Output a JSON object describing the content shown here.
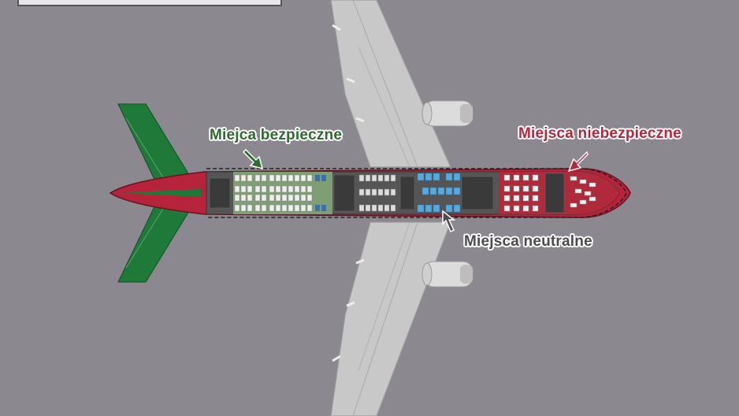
{
  "labels": {
    "safe": "Miejca bezpieczne",
    "unsafe": "Miejsca niebezpieczne",
    "neutral": "Miejsca neutralne"
  },
  "colors": {
    "background": "#8b8890",
    "safe": "#2d6b2f",
    "unsafe": "#b8253a",
    "neutral": "#4b4b4b",
    "fuselage": "#b5243a",
    "tail": "#1f7a3a",
    "wing": "#c9c9c9",
    "seat_safe_bg": "#7f9e73",
    "seat_unsafe_bg": "#b02a3c",
    "seat_blue": "#5aa9dc"
  }
}
